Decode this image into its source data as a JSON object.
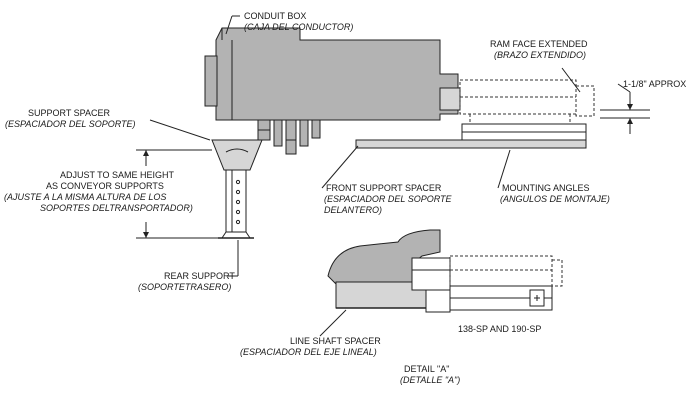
{
  "labels": {
    "conduit_box": {
      "en": "CONDUIT BOX",
      "es": "(CAJA DEL CONDUCTOR)"
    },
    "ram_face": {
      "en": "RAM FACE EXTENDED",
      "es": "(BRAZO EXTENDIDO)"
    },
    "approx": {
      "en": "1-1/8\" APPROX"
    },
    "support_spacer": {
      "en": "SUPPORT SPACER",
      "es": "(ESPACIADOR DEL SOPORTE)"
    },
    "adjust": {
      "en1": "ADJUST TO SAME HEIGHT",
      "en2": "AS CONVEYOR SUPPORTS",
      "es1": "(AJUSTE A LA MISMA ALTURA DE LOS",
      "es2": "SOPORTES DELTRANSPORTADOR)"
    },
    "front_support_spacer": {
      "en": "FRONT SUPPORT SPACER",
      "es1": "(ESPACIADOR DEL SOPORTE",
      "es2": "DELANTERO)"
    },
    "mounting_angles": {
      "en": "MOUNTING ANGLES",
      "es": "(ANGULOS DE MONTAJE)"
    },
    "rear_support": {
      "en": "REAR SUPPORT",
      "es": "(SOPORTETRASERO)"
    },
    "line_shaft_spacer": {
      "en": "LINE SHAFT SPACER",
      "es": "(ESPACIADOR DEL EJE LINEAL)"
    },
    "model_numbers": {
      "en": "138-SP AND 190-SP"
    },
    "detail": {
      "en": "DETAIL \"A\"",
      "es": "(DETALLE \"A\")"
    }
  }
}
